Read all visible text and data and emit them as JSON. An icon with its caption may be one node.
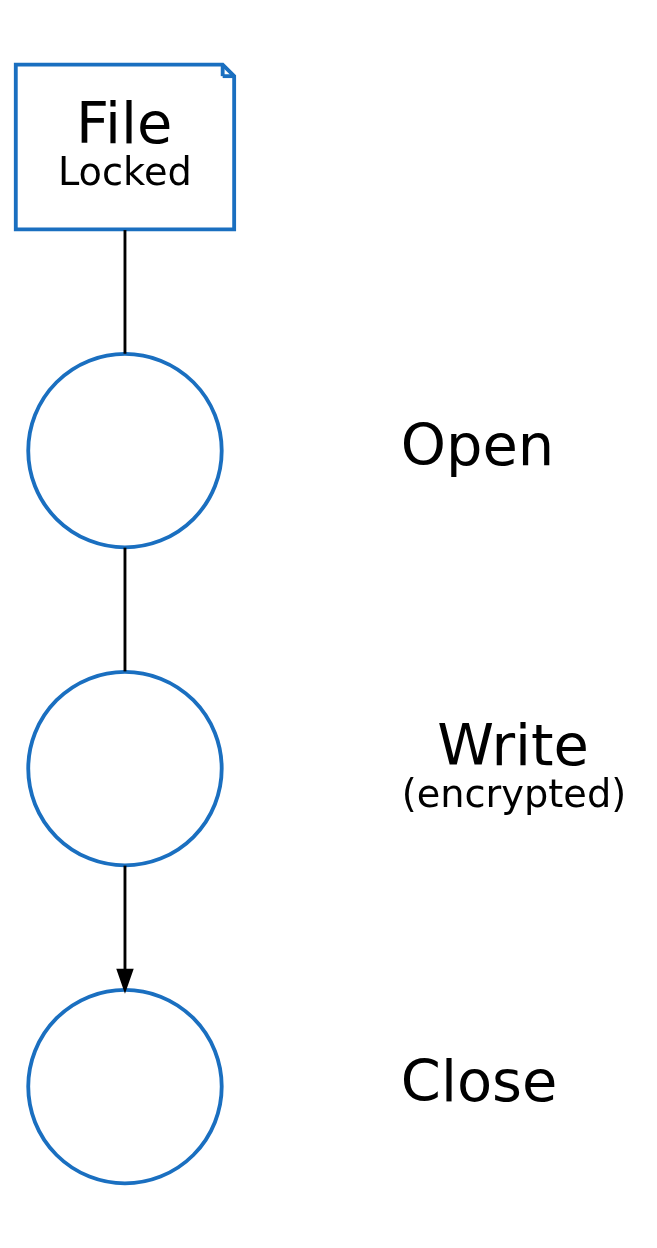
{
  "diagram": {
    "nodes": [
      {
        "text": [
          "File",
          "Locked"
        ]
      },
      {
        "text": [],
        "shape": "circle",
        "beside": [
          "Open"
        ]
      },
      {
        "text": [],
        "shape": "circle",
        "beside": [
          "Write",
          "(encrypted)"
        ]
      },
      {
        "text": [],
        "shape": "circle",
        "beside": [
          "Close"
        ]
      }
    ],
    "edges": [
      {
        "from": 0,
        "to": 1,
        "arrow": "none"
      },
      {
        "from": 1,
        "to": 2,
        "arrow": "none"
      },
      {
        "from": 2,
        "to": 3,
        "arrow": "to"
      }
    ]
  }
}
